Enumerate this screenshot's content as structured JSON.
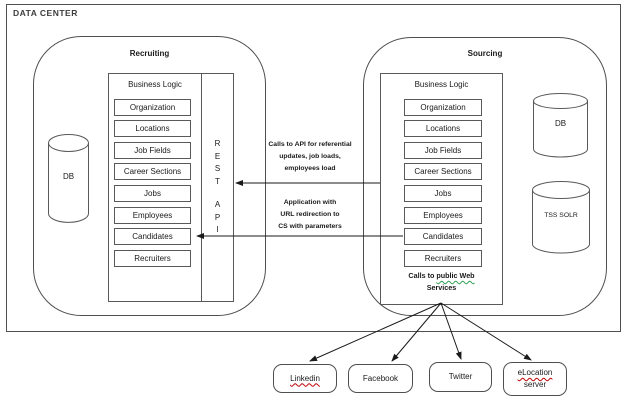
{
  "header": {
    "title": "DATA CENTER"
  },
  "recruiting": {
    "title": "Recruiting",
    "business_logic": "Business Logic",
    "modules": [
      "Organization",
      "Locations",
      "Job Fields",
      "Career Sections",
      "Jobs",
      "Employees",
      "Candidates",
      "Recruiters"
    ],
    "rest": "R\nE\nS\nT",
    "api": "A\nP\nI",
    "db": "DB"
  },
  "sourcing": {
    "title": "Sourcing",
    "business_logic": "Business Logic",
    "modules": [
      "Organization",
      "Locations",
      "Job Fields",
      "Career Sections",
      "Jobs",
      "Employees",
      "Candidates",
      "Recruiters"
    ],
    "note_prefix": "Calls to ",
    "note_underlined": "public  Web",
    "note_line2": "Services",
    "db": "DB",
    "solr": "TSS SOLR"
  },
  "annotations": {
    "api_note": "Calls to API for referential\nupdates, job loads,\nemployees load",
    "redirect_note": "Application with\nURL redirection to\nCS with parameters"
  },
  "external": [
    {
      "label": "Linkedin"
    },
    {
      "label": "Facebook"
    },
    {
      "label": "Twitter"
    },
    {
      "label": "eLocation",
      "label2": "server"
    }
  ],
  "colors": {
    "border": "#595959",
    "line": "#1a1a1a",
    "spellcheck_red": "#c00000",
    "grammar_green": "#2e9e4f"
  }
}
